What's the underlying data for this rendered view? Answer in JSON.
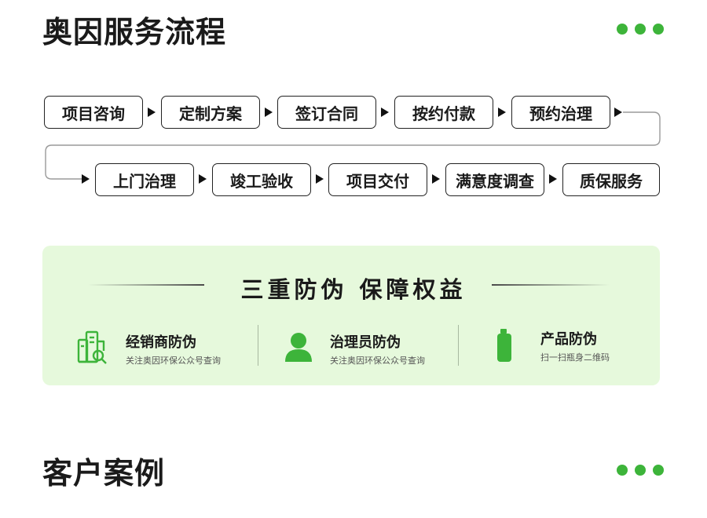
{
  "process_section": {
    "title": "奥因服务流程",
    "row1": [
      "项目咨询",
      "定制方案",
      "签订合同",
      "按约付款",
      "预约治理"
    ],
    "row2": [
      "上门治理",
      "竣工验收",
      "项目交付",
      "满意度调查",
      "质保服务"
    ]
  },
  "anti_counterfeit": {
    "title": "三重防伪 保障权益",
    "items": [
      {
        "name": "经销商防伪",
        "desc": "关注奥因环保公众号查询",
        "icon": "document-search-icon"
      },
      {
        "name": "治理员防伪",
        "desc": "关注奥因环保公众号查询",
        "icon": "person-icon"
      },
      {
        "name": "产品防伪",
        "desc": "扫一扫瓶身二维码",
        "icon": "spray-bottle-icon"
      }
    ]
  },
  "cases_section": {
    "title": "客户案例"
  },
  "colors": {
    "accent_green": "#3db43a",
    "card_bg": "#e6f9dc",
    "text": "#1a1a1a"
  }
}
